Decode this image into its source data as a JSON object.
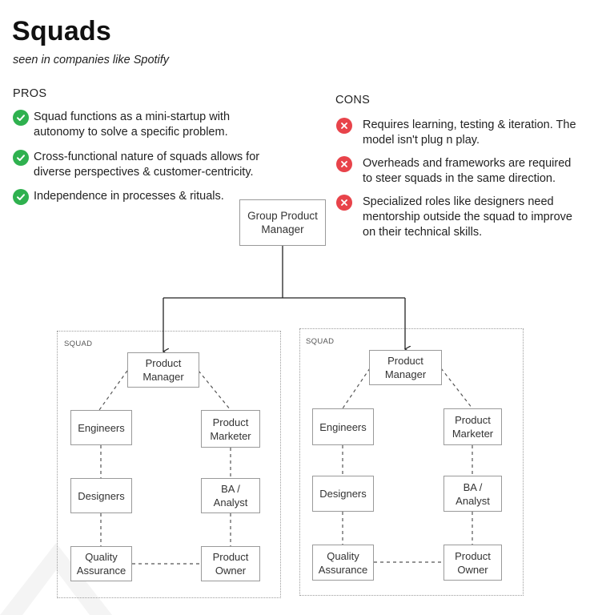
{
  "title": "Squads",
  "subtitle": "seen in companies like Spotify",
  "pros": {
    "heading": "PROS",
    "items": [
      {
        "text": "Squad functions as a mini-startup with\nautonomy to solve a specific problem.",
        "icon": "check-icon"
      },
      {
        "text": "Cross-functional nature of squads allows for\ndiverse perspectives & customer-centricity.",
        "icon": "check-icon"
      },
      {
        "text": "Independence in processes & rituals.",
        "icon": "check-icon"
      }
    ]
  },
  "cons": {
    "heading": "CONS",
    "items": [
      {
        "text": "Requires learning, testing  & iteration. The\nmodel isn't plug n play.",
        "icon": "x-icon"
      },
      {
        "text": "Overheads and frameworks are required\nto steer squads in the same direction.",
        "icon": "x-icon"
      },
      {
        "text": "Specialized roles like designers need\nmentorship outside the squad to improve\non their technical skills.",
        "icon": "x-icon"
      }
    ]
  },
  "diagram": {
    "top_node": "Group Product\nManager",
    "squads": [
      {
        "label": "SQUAD",
        "nodes": {
          "product_manager": "Product\nManager",
          "engineers": "Engineers",
          "designers": "Designers",
          "quality_assurance": "Quality\nAssurance",
          "product_marketer": "Product\nMarketer",
          "ba_analyst": "BA /\nAnalyst",
          "product_owner": "Product\nOwner"
        }
      },
      {
        "label": "SQUAD",
        "nodes": {
          "product_manager": "Product\nManager",
          "engineers": "Engineers",
          "designers": "Designers",
          "quality_assurance": "Quality\nAssurance",
          "product_marketer": "Product\nMarketer",
          "ba_analyst": "BA /\nAnalyst",
          "product_owner": "Product\nOwner"
        }
      }
    ]
  },
  "colors": {
    "pro": "#2fb14f",
    "con": "#e8434a",
    "line": "#222222",
    "dashed": "#555555"
  }
}
